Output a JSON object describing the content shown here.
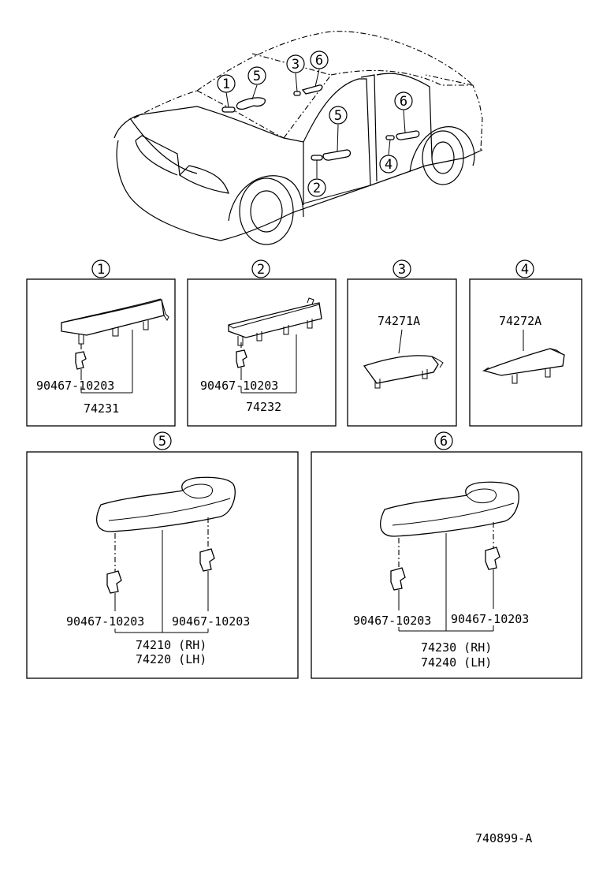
{
  "car_callouts": [
    "1",
    "5",
    "3",
    "6",
    "5",
    "6",
    "2",
    "4"
  ],
  "panels": [
    {
      "callout": "1",
      "clip_part": "90467-10203",
      "assembly_part": "74231"
    },
    {
      "callout": "2",
      "clip_part": "90467-10203",
      "assembly_part": "74232"
    },
    {
      "callout": "3",
      "assembly_part": "74271A"
    },
    {
      "callout": "4",
      "assembly_part": "74272A"
    },
    {
      "callout": "5",
      "clip_part_left": "90467-10203",
      "clip_part_right": "90467-10203",
      "assembly_rh": "74210 (RH)",
      "assembly_lh": "74220 (LH)"
    },
    {
      "callout": "6",
      "clip_part_left": "90467-10203",
      "clip_part_right": "90467-10203",
      "assembly_rh": "74230 (RH)",
      "assembly_lh": "74240 (LH)"
    }
  ],
  "drawing_number": "740899-A"
}
